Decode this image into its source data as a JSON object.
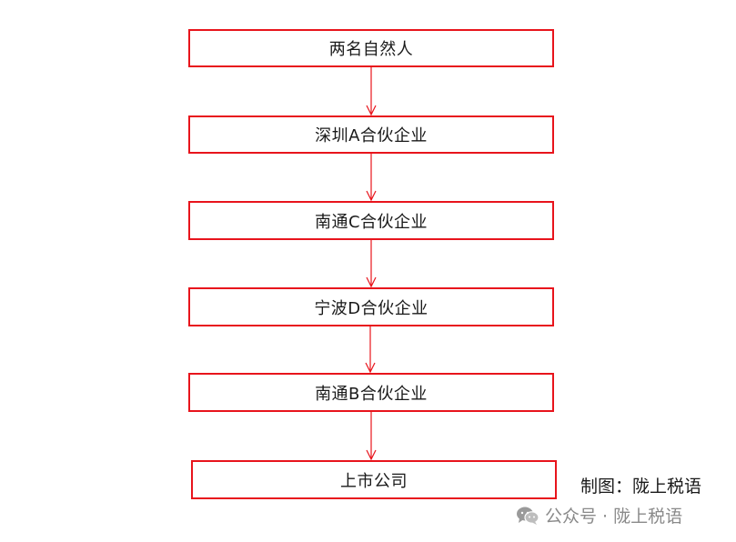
{
  "diagram": {
    "nodes": [
      {
        "id": "n1",
        "label": "两名自然人"
      },
      {
        "id": "n2",
        "label": "深圳A合伙企业"
      },
      {
        "id": "n3",
        "label": "南通C合伙企业"
      },
      {
        "id": "n4",
        "label": "宁波D合伙企业"
      },
      {
        "id": "n5",
        "label": "南通B合伙企业"
      },
      {
        "id": "n6",
        "label": "上市公司"
      }
    ],
    "edges": [
      {
        "from": "n1",
        "to": "n2"
      },
      {
        "from": "n2",
        "to": "n3"
      },
      {
        "from": "n3",
        "to": "n4"
      },
      {
        "from": "n4",
        "to": "n5"
      },
      {
        "from": "n5",
        "to": "n6"
      }
    ],
    "colors": {
      "box_border": "#e8141c",
      "arrow": "#e8141c"
    }
  },
  "credit": {
    "text": "制图：陇上税语"
  },
  "watermark": {
    "icon": "wechat-icon",
    "text": "公众号 · 陇上税语"
  }
}
